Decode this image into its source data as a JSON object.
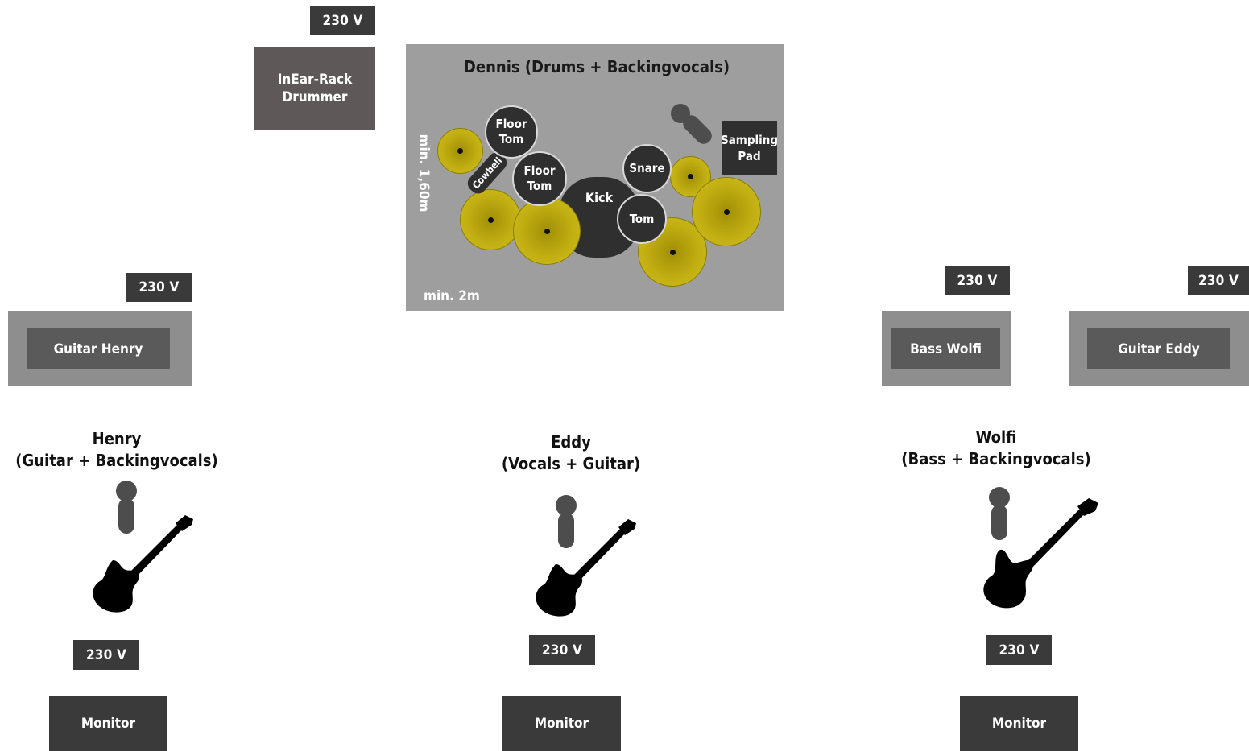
{
  "power_label": "230 V",
  "drum_riser": {
    "title": "Dennis (Drums + Backingvocals)",
    "depth_label": "min. 1,60m",
    "width_label": "min. 2m",
    "floor_tom_label": "Floor\nTom",
    "kick_label": "Kick",
    "snare_label": "Snare",
    "tom_label": "Tom",
    "cowbell_label": "Cowbell",
    "sampling_pad_label": "Sampling\nPad",
    "cymbal_color": "#c1ae12"
  },
  "inear_rack": {
    "label": "InEar-Rack\nDrummer"
  },
  "amps": {
    "guitar_henry": "Guitar Henry",
    "bass_wolfi": "Bass Wolfi",
    "guitar_eddy": "Guitar Eddy"
  },
  "musicians": {
    "henry": "Henry\n(Guitar + Backingvocals)",
    "eddy": "Eddy\n(Vocals + Guitar)",
    "wolfi": "Wolfi\n(Bass + Backingvocals)"
  },
  "monitor_label": "Monitor",
  "icons": [
    "microphone-icon",
    "electric-guitar-icon",
    "bass-guitar-icon"
  ]
}
